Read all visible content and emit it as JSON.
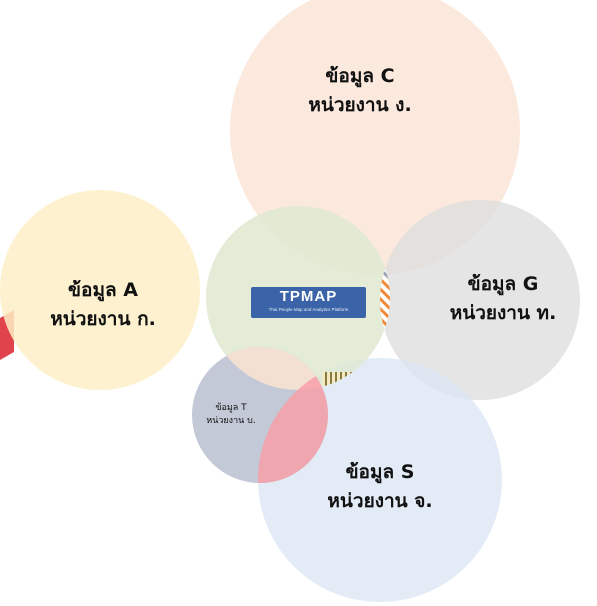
{
  "sets": {
    "c": {
      "line1": "ข้อมูล C",
      "line2": "หน่วยงาน ง.",
      "color": "#f9e1d3"
    },
    "a": {
      "line1": "ข้อมูล A",
      "line2": "หน่วยงาน ก.",
      "color": "#fdeec7"
    },
    "g": {
      "line1": "ข้อมูล G",
      "line2": "หน่วยงาน ท.",
      "color": "#dcdcdc"
    },
    "s": {
      "line1": "ข้อมูล S",
      "line2": "หน่วยงาน จ.",
      "color": "#d9e5f3"
    },
    "t": {
      "line1": "ข้อมูล T",
      "line2": "หน่วยงาน บ.",
      "color": "#b9bfcf"
    },
    "center": {
      "color": "#dfe9d1"
    }
  },
  "logo": {
    "title": "TPMAP",
    "subtitle": "Thai People Map and Analytics Platform",
    "color": "#3a63a8"
  },
  "hatch_colors": {
    "blue": "#2f5fa5",
    "orange": "#f08a3a",
    "gray": "#9aa3b5",
    "olive": "#8a7a3a",
    "pink": "#f7a0a8"
  }
}
